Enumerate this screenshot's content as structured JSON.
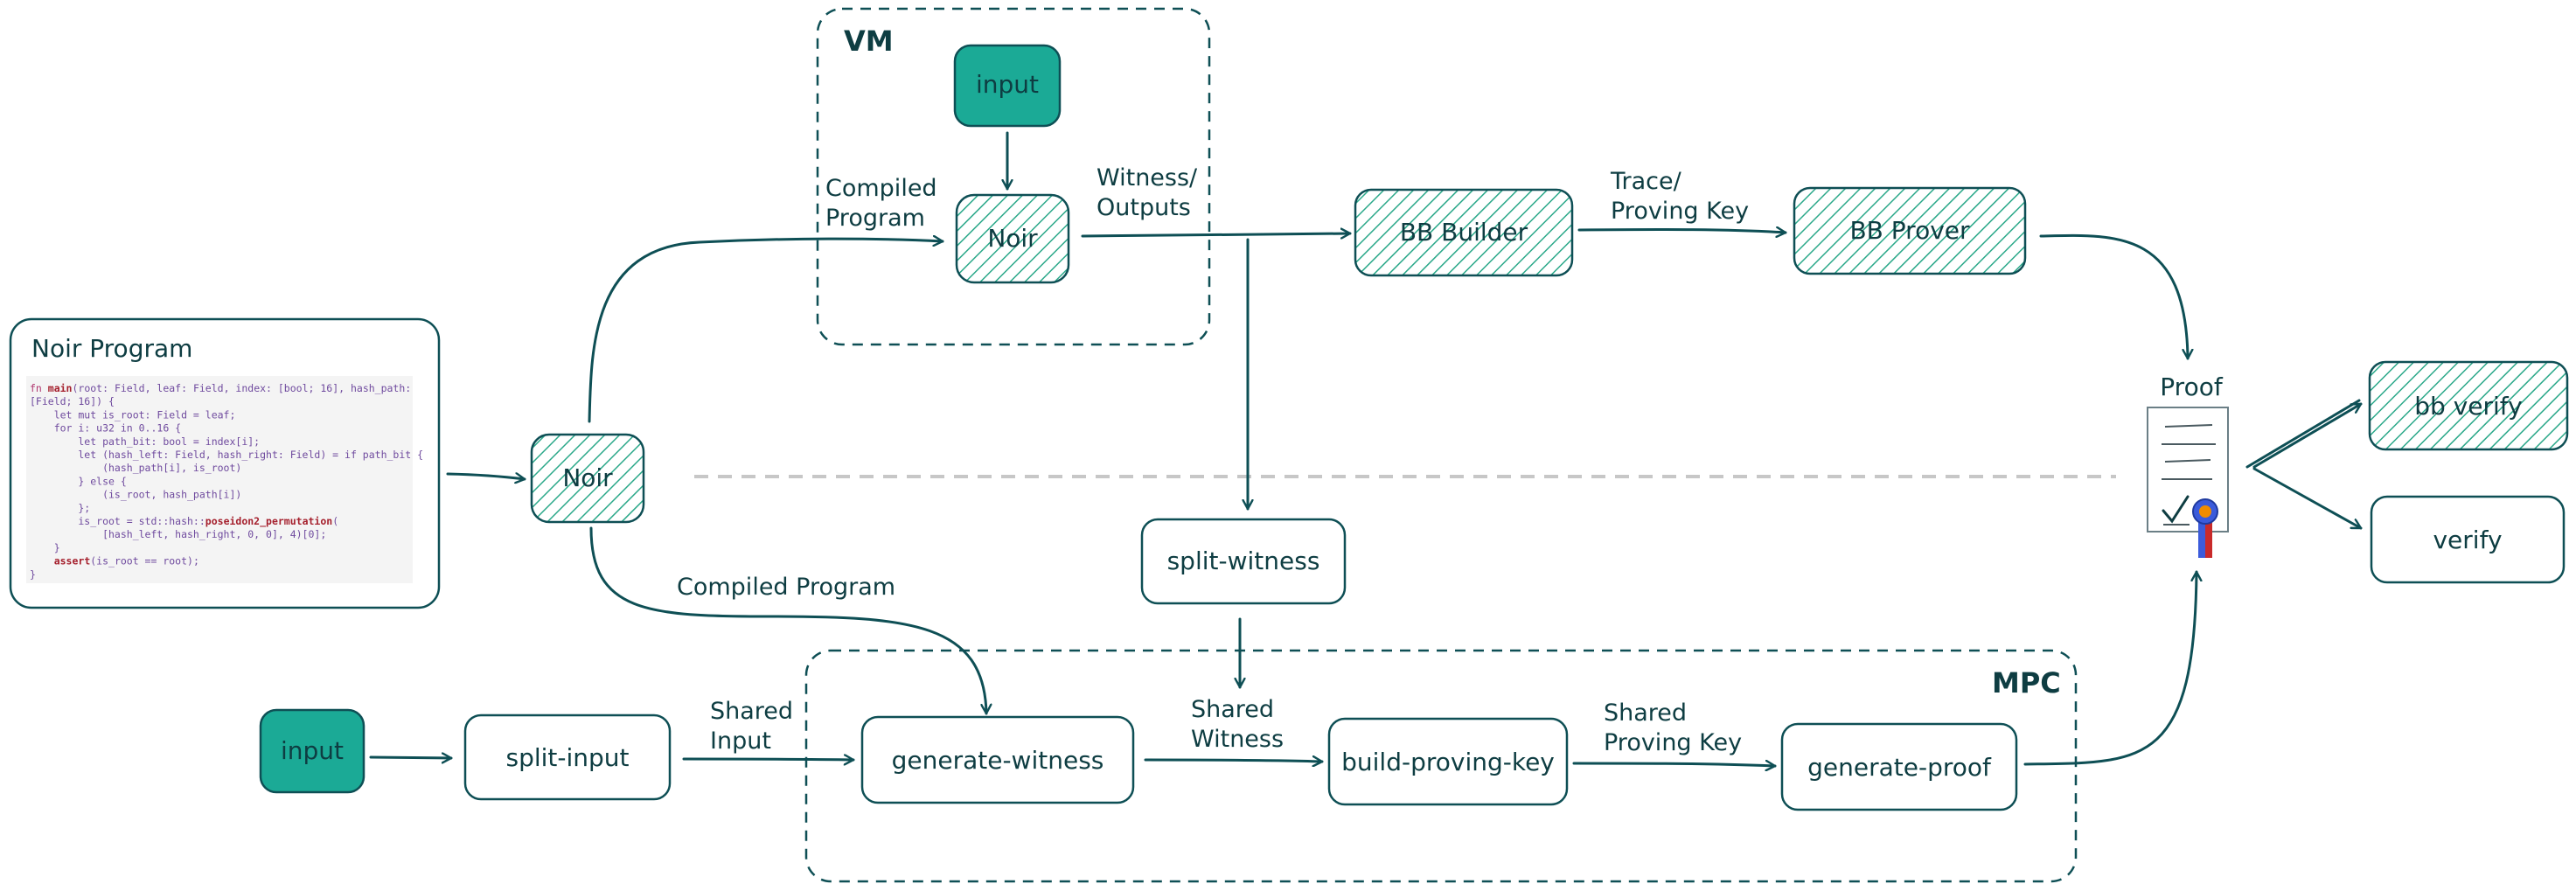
{
  "groups": {
    "vm": "VM",
    "mpc": "MPC"
  },
  "program": {
    "title": "Noir Program",
    "code": [
      [
        [
          "fn ",
          "k"
        ],
        [
          "main",
          "f"
        ],
        [
          "(root: Field, leaf: Field, index: [bool; 16], hash_path: ",
          "p"
        ]
      ],
      [
        [
          "[Field; 16]) {",
          "p"
        ]
      ],
      [
        [
          "    let mut is_root: Field = leaf;",
          "p"
        ]
      ],
      [
        [
          "    for i: u32 in 0..16 {",
          "p"
        ]
      ],
      [
        [
          "        let path_bit: bool = index[i];",
          "p"
        ]
      ],
      [
        [
          "        let (hash_left: Field, hash_right: Field) = if path_bit {",
          "p"
        ]
      ],
      [
        [
          "            (hash_path[i], is_root)",
          "p"
        ]
      ],
      [
        [
          "        } else {",
          "p"
        ]
      ],
      [
        [
          "            (is_root, hash_path[i])",
          "p"
        ]
      ],
      [
        [
          "        };",
          "p"
        ]
      ],
      [
        [
          "        is_root = std::hash::",
          "p"
        ],
        [
          "poseidon2_permutation",
          "f"
        ],
        [
          "(",
          "p"
        ]
      ],
      [
        [
          "            [hash_left, hash_right, 0, 0], 4)[0];",
          "p"
        ]
      ],
      [
        [
          "    }",
          "p"
        ]
      ],
      [
        [
          "    ",
          "p"
        ],
        [
          "assert",
          "f"
        ],
        [
          "(is_root == root);",
          "p"
        ]
      ],
      [
        [
          "}",
          "p"
        ]
      ]
    ]
  },
  "nodes": {
    "noir_compiler": "Noir",
    "vm_input": "input",
    "vm_noir": "Noir",
    "bb_builder": "BB Builder",
    "bb_prover": "BB Prover",
    "split_witness": "split-witness",
    "mpc_input": "input",
    "split_input": "split-input",
    "generate_witness": "generate-witness",
    "build_proving_key": "build-proving-key",
    "generate_proof": "generate-proof",
    "proof": "Proof",
    "bb_verify": "bb verify",
    "verify": "verify"
  },
  "edges": {
    "compiled_program_top": [
      "Compiled",
      "Program"
    ],
    "witness_outputs": [
      "Witness/",
      "Outputs"
    ],
    "trace_proving_key": [
      "Trace/",
      "Proving Key"
    ],
    "compiled_program_bottom": [
      "Compiled Program"
    ],
    "shared_input": [
      "Shared",
      "Input"
    ],
    "shared_witness": [
      "Shared",
      "Witness"
    ],
    "shared_proving_key": [
      "Shared",
      "Proving Key"
    ]
  },
  "colors": {
    "ink": "#0e3d42",
    "stroke": "#0e4f55",
    "teal_fill": "#1baa96",
    "hatch": "#2aa889",
    "dashed_divider": "#c7c7c7",
    "code_bg": "#f4f4f4"
  }
}
